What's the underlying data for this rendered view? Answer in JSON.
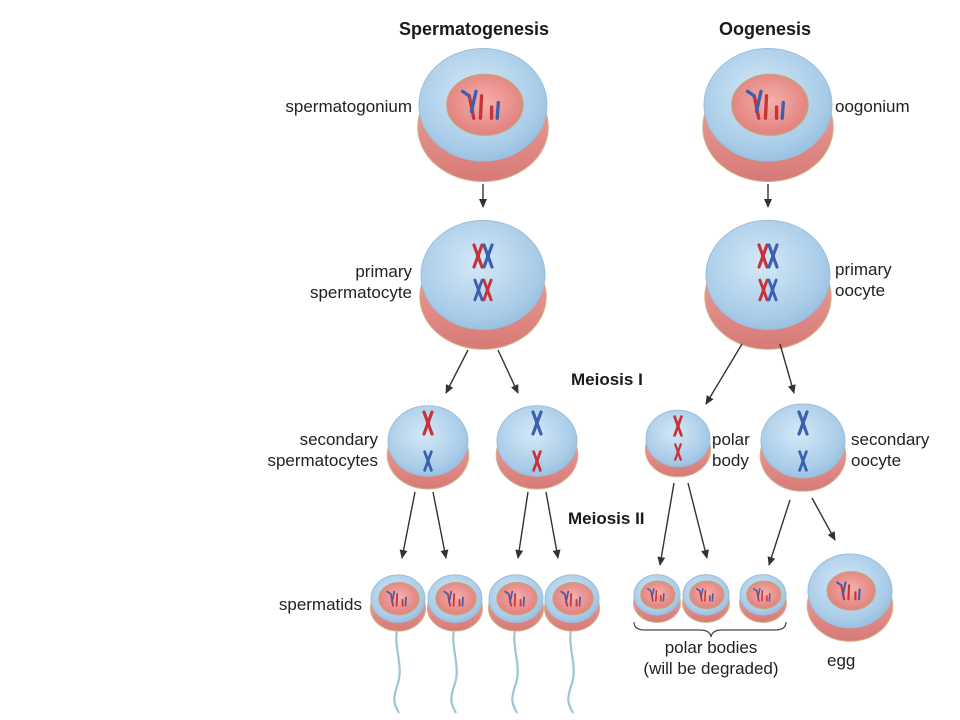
{
  "titles": {
    "spermatogenesis": "Spermatogenesis",
    "oogenesis": "Oogenesis"
  },
  "stages": {
    "meiosis_1": "Meiosis I",
    "meiosis_2": "Meiosis II"
  },
  "labels": {
    "spermatogonium": "spermatogonium",
    "oogonium": "oogonium",
    "primary_spermatocyte_1": "primary",
    "primary_spermatocyte_2": "spermatocyte",
    "primary_oocyte_1": "primary",
    "primary_oocyte_2": "oocyte",
    "secondary_spermatocytes_1": "secondary",
    "secondary_spermatocytes_2": "spermatocytes",
    "polar_body_1": "polar",
    "polar_body_2": "body",
    "secondary_oocyte_1": "secondary",
    "secondary_oocyte_2": "oocyte",
    "spermatids": "spermatids",
    "polar_bodies_1": "polar bodies",
    "polar_bodies_2": "(will be degraded)",
    "egg": "egg"
  },
  "colors": {
    "cell_blue": "#a9cce8",
    "cell_pink": "#e28c88",
    "nucleus": "#ec8c8c",
    "chrom_red": "#c8323a",
    "chrom_blue": "#3d5fb0",
    "arrow": "#333333"
  }
}
